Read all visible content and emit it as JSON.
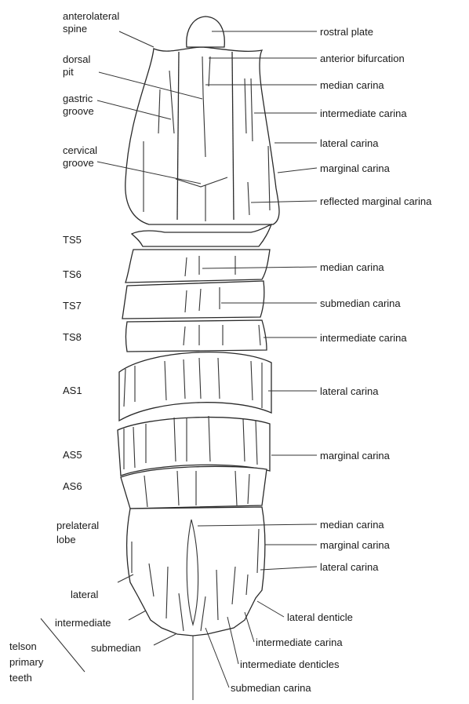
{
  "labels_left": {
    "anterolateral_spine": [
      "anterolateral",
      "spine"
    ],
    "dorsal_pit": [
      "dorsal",
      "pit"
    ],
    "gastric_groove": [
      "gastric",
      "groove"
    ],
    "cervical_groove": [
      "cervical",
      "groove"
    ],
    "ts5": "TS5",
    "ts6": "TS6",
    "ts7": "TS7",
    "ts8": "TS8",
    "as1": "AS1",
    "as5": "AS5",
    "as6": "AS6",
    "prelateral_lobe": [
      "prelateral",
      "lobe"
    ],
    "lateral": "lateral",
    "intermediate": "intermediate",
    "submedian": "submedian",
    "telson_primary_teeth": [
      "telson",
      "primary",
      "teeth"
    ]
  },
  "labels_right": {
    "rostral_plate": "rostral plate",
    "anterior_bifurcation": "anterior bifurcation",
    "median_carina_carapace": "median carina",
    "intermediate_carina_carapace": "intermediate carina",
    "lateral_carina_carapace": "lateral carina",
    "marginal_carina_carapace": "marginal carina",
    "reflected_marginal_carina": "reflected marginal carina",
    "median_carina_thorax": "median carina",
    "submedian_carina_thorax": "submedian carina",
    "intermediate_carina_thorax": "intermediate carina",
    "lateral_carina_abdomen": "lateral carina",
    "marginal_carina_abdomen": "marginal carina",
    "median_carina_telson": "median carina",
    "marginal_carina_telson": "marginal carina",
    "lateral_carina_telson": "lateral carina",
    "lateral_denticle": "lateral denticle",
    "intermediate_carina_telson": "intermediate carina",
    "intermediate_denticles": "intermediate denticles",
    "submedian_carina_telson": "submedian carina"
  }
}
